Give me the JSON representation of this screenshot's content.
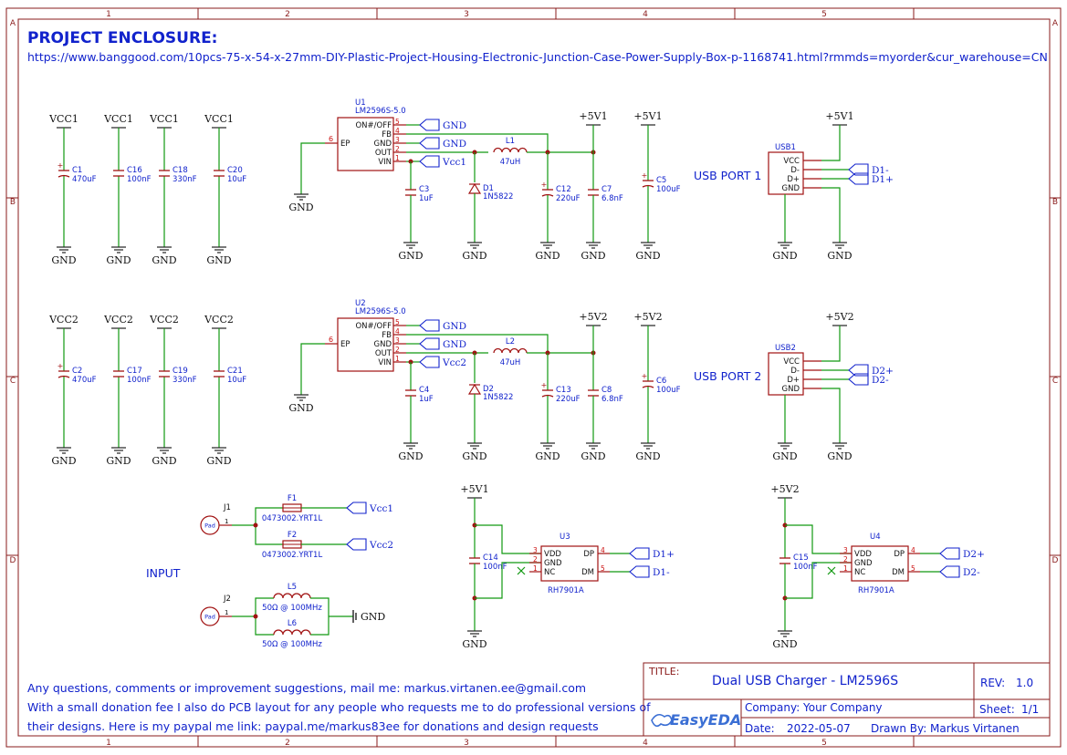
{
  "header": {
    "title": "PROJECT ENCLOSURE:",
    "url": "https://www.banggood.com/10pcs-75-x-54-x-27mm-DIY-Plastic-Project-Housing-Electronic-Junction-Case-Power-Supply-Box-p-1168741.html?rmmds=myorder&cur_warehouse=CN"
  },
  "notes": [
    "Any questions, comments or improvement suggestions, mail me: markus.virtanen.ee@gmail.com",
    "With a small donation fee I also do PCB layout for any people who requests me to do professional versions of",
    "their designs. Here is my paypal me link: paypal.me/markus83ee for donations and design requests"
  ],
  "title_block": {
    "title_label": "TITLE:",
    "title": "Dual USB Charger - LM2596S",
    "rev_label": "REV:",
    "rev": "1.0",
    "company_label": "Company:",
    "company": "Your Company",
    "sheet_label": "Sheet:",
    "sheet": "1/1",
    "date_label": "Date:",
    "date": "2022-05-07",
    "drawn_label": "Drawn By:",
    "drawn": "Markus Virtanen",
    "logo": "EasyEDA"
  },
  "frame": {
    "cols": [
      "1",
      "2",
      "3",
      "4",
      "5"
    ],
    "rows": [
      "A",
      "B",
      "C",
      "D"
    ]
  },
  "labels": {
    "vcc1": "VCC1",
    "vcc2": "VCC2",
    "gnd": "GND",
    "p5v1": "+5V1",
    "p5v2": "+5V2",
    "vcc1_port": "Vcc1",
    "vcc2_port": "Vcc2",
    "d1m": "D1-",
    "d1p": "D1+",
    "d2m": "D2-",
    "d2p": "D2+",
    "usb_port_1": "USB PORT 1",
    "usb_port_2": "USB PORT 2",
    "input": "INPUT",
    "pad": "Pad"
  },
  "components": {
    "caps_bank1": [
      {
        "ref": "C1",
        "value": "470uF",
        "polar": true
      },
      {
        "ref": "C16",
        "value": "100nF",
        "polar": false
      },
      {
        "ref": "C18",
        "value": "330nF",
        "polar": false
      },
      {
        "ref": "C20",
        "value": "10uF",
        "polar": false
      }
    ],
    "caps_bank2": [
      {
        "ref": "C2",
        "value": "470uF",
        "polar": true
      },
      {
        "ref": "C17",
        "value": "100nF",
        "polar": false
      },
      {
        "ref": "C19",
        "value": "330nF",
        "polar": false
      },
      {
        "ref": "C21",
        "value": "10uF",
        "polar": false
      }
    ],
    "reg1": {
      "ref": "U1",
      "part": "LM2596S-5.0"
    },
    "reg2": {
      "ref": "U2",
      "part": "LM2596S-5.0"
    },
    "reg_pins": [
      {
        "num": "5",
        "name": "ON#/OFF"
      },
      {
        "num": "4",
        "name": "FB"
      },
      {
        "num": "3",
        "name": "GND"
      },
      {
        "num": "2",
        "name": "OUT"
      },
      {
        "num": "1",
        "name": "VIN"
      }
    ],
    "reg_ep": {
      "num": "6",
      "name": "EP"
    },
    "chain1": {
      "cin": {
        "ref": "C3",
        "value": "1uF"
      },
      "diode": {
        "ref": "D1",
        "value": "1N5822"
      },
      "ind": {
        "ref": "L1",
        "value": "47uH"
      },
      "cout": {
        "ref": "C12",
        "value": "220uF"
      },
      "cf": {
        "ref": "C7",
        "value": "6.8nF"
      },
      "cbig": {
        "ref": "C5",
        "value": "100uF"
      }
    },
    "chain2": {
      "cin": {
        "ref": "C4",
        "value": "1uF"
      },
      "diode": {
        "ref": "D2",
        "value": "1N5822"
      },
      "ind": {
        "ref": "L2",
        "value": "47uH"
      },
      "cout": {
        "ref": "C13",
        "value": "220uF"
      },
      "cf": {
        "ref": "C8",
        "value": "6.8nF"
      },
      "cbig": {
        "ref": "C6",
        "value": "100uF"
      }
    },
    "usb1": {
      "ref": "USB1"
    },
    "usb2": {
      "ref": "USB2"
    },
    "usb_pins": [
      "VCC",
      "D-",
      "D+",
      "GND"
    ],
    "fuse1": {
      "ref": "F1",
      "value": "0473002.YRT1L"
    },
    "fuse2": {
      "ref": "F2",
      "value": "0473002.YRT1L"
    },
    "j1": {
      "ref": "J1"
    },
    "j2": {
      "ref": "J2"
    },
    "ferrite1": {
      "ref": "L5",
      "value": "50Ω @ 100MHz"
    },
    "ferrite2": {
      "ref": "L6",
      "value": "50Ω @ 100MHz"
    },
    "chg1": {
      "ref": "U3",
      "part": "RH7901A",
      "cap": {
        "ref": "C14",
        "value": "100nF"
      }
    },
    "chg2": {
      "ref": "U4",
      "part": "RH7901A",
      "cap": {
        "ref": "C15",
        "value": "100nF"
      }
    },
    "chg_pins_left": [
      {
        "num": "3",
        "name": "VDD"
      },
      {
        "num": "2",
        "name": "GND"
      },
      {
        "num": "1",
        "name": "NC"
      }
    ],
    "chg_pins_right": [
      {
        "num": "4",
        "name": "DP"
      },
      {
        "num": "5",
        "name": "DM"
      }
    ]
  },
  "colors": {
    "wire": "#119911",
    "component": "#a11212",
    "text_blue": "#1122cc",
    "frame": "#8a1b1b",
    "pin_red": "#cc1111"
  }
}
